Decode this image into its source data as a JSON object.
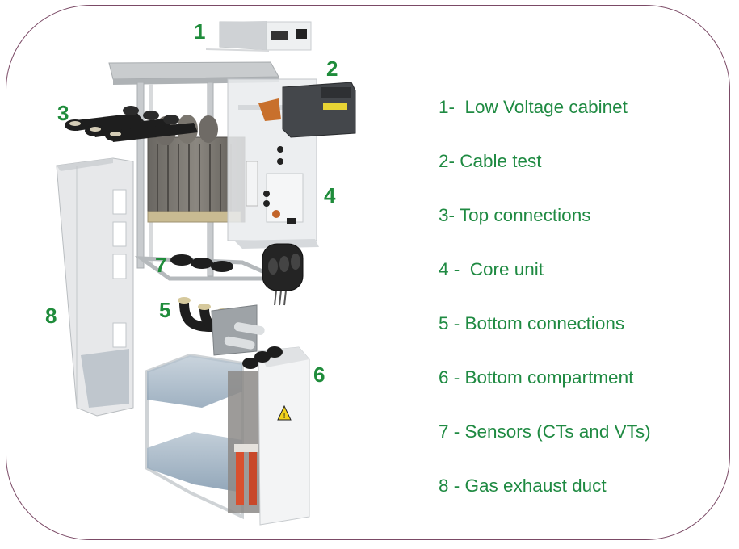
{
  "callouts": {
    "c1": "1",
    "c2": "2",
    "c3": "3",
    "c4": "4",
    "c5": "5",
    "c6": "6",
    "c7": "7",
    "c8": "8"
  },
  "legend": {
    "items": [
      {
        "label": "1-  Low Voltage cabinet"
      },
      {
        "label": "2- Cable test"
      },
      {
        "label": "3- Top connections"
      },
      {
        "label": "4 -  Core unit"
      },
      {
        "label": "5 - Bottom connections"
      },
      {
        "label": "6 - Bottom compartment"
      },
      {
        "label": "7 - Sensors (CTs and VTs)"
      },
      {
        "label": "8 - Gas exhaust duct"
      }
    ]
  },
  "colors": {
    "label_green": "#1f8a42",
    "frame_border": "#7b4a66",
    "warning_yellow": "#f2d21c"
  },
  "icons": {
    "warning": "warning-triangle-icon"
  }
}
